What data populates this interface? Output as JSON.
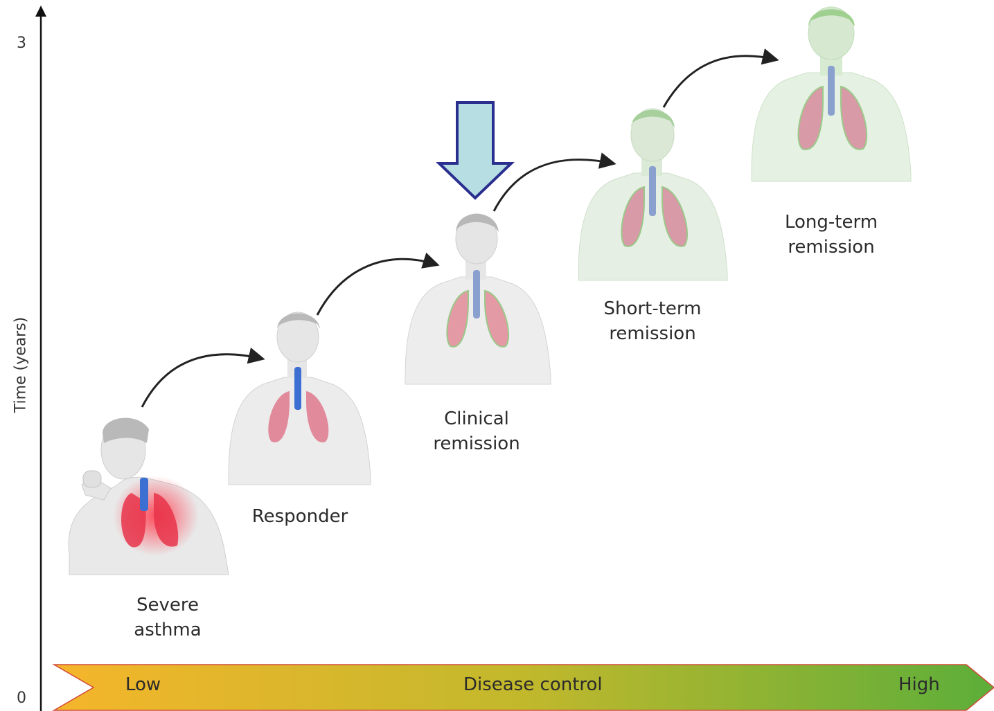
{
  "axis": {
    "y_label": "Time (years)",
    "y_top_tick": "3",
    "y_bottom_tick": "0"
  },
  "band": {
    "left_label": "Low",
    "center_label": "Disease control",
    "right_label": "High",
    "color_start": "#f5b52b",
    "color_mid": "#c2b82c",
    "color_end": "#5cae3a"
  },
  "stages": [
    {
      "line1": "Severe",
      "line2": "asthma",
      "lung_color": "#e8344a"
    },
    {
      "line1": "Responder",
      "line2": "",
      "lung_color": "#e07f92"
    },
    {
      "line1": "Clinical",
      "line2": "remission",
      "lung_color": "#e39aa4"
    },
    {
      "line1": "Short-term",
      "line2": "remission",
      "lung_color": "#d79aa6"
    },
    {
      "line1": "Long-term",
      "line2": "remission",
      "lung_color": "#d99aa8"
    }
  ],
  "highlight": {
    "fill": "#b7dfe3",
    "stroke": "#2a2f8f"
  }
}
